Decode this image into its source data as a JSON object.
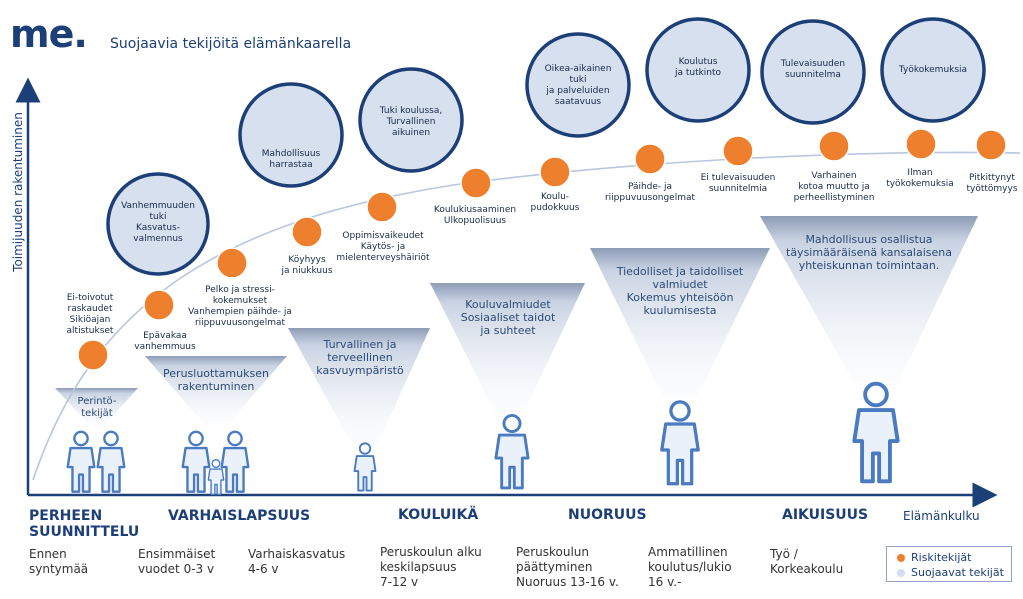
{
  "header": {
    "logo": "me.",
    "subtitle": "Suojaavia tekijöitä elämänkaarella"
  },
  "axes": {
    "y_label": "Toimijuuden rakentuminen",
    "x_label": "Elämänkulku"
  },
  "legend": {
    "risk": "Riskitekijät",
    "protective": "Suojaavat tekijät"
  },
  "colors": {
    "risk": "#ee7f2d",
    "protective": "#d2dff0",
    "dark_blue": "#1c3f78",
    "figure": "#4a7ac0"
  },
  "risk_factors": [
    "Ei-toivotut\nraskaudet\nSikiöajan\naltistukset",
    "Epävakaa\nvanhemmuus",
    "Pelko ja stressi-\nkokemukset\nVanhempien päihde- ja\nriippuvuusongelmat",
    "Köyhyys\nja niukkuus",
    "Oppimisvaikeudet\nKäytös- ja\nmielenterveyshäiriöt",
    "Koulukiusaaminen\nUlkopuolisuus",
    "Koulu-\npudokkuus",
    "Päihde- ja\nriippuvuusongelmat",
    "Ei tulevaisuuden\nsuunnitelmia",
    "Varhainen\nkotoa muutto ja\nperheellistyminen",
    "Ilman\ntyökokemuksia",
    "Pitkittynyt\ntyöttömyys"
  ],
  "protective_bubbles": [
    "Vanhemmuuden\ntuki\nKasvatus-\nvalmennus",
    "Mahdollisuus\nharrastaa",
    "Tuki koulussa,\nTurvallinen\naikuinen",
    "Oikea-aikainen\ntuki\nja palveluiden\nsaatavuus",
    "Koulutus\nja tutkinto",
    "Tulevaisuuden\nsuunnitelma",
    "Työkokemuksia"
  ],
  "protective_cones": [
    "Perintö-\ntekijät",
    "Perusluottamuksen\nrakentuminen",
    "Turvallinen ja\nterveellinen\nkasvuympäristö",
    "Kouluvalmiudet\nSosiaaliset taidot\nja suhteet",
    "Tiedolliset ja taidolliset\nvalmiudet\nKokemus yhteisöön\nkuulumisesta",
    "Mahdollisuus osallistua\ntäysimääräisenä kansalaisena\nyhteiskunnan toimintaan."
  ],
  "stages": [
    "PERHEEN\nSUUNNITTELU",
    "VARHAISLAPSUUS",
    "KOULUIKÄ",
    "NUORUUS",
    "AIKUISUUS"
  ],
  "ages": [
    "Ennen\nsyntymää",
    "Ensimmäiset\nvuodet 0-3 v",
    "Varhaiskasvatus\n4-6 v",
    "Peruskoulun alku\nkeskilapsuus\n7-12 v",
    "Peruskoulun\npäättyminen\nNuoruus 13-16 v.",
    "Ammatillinen\nkoulutus/lukio\n16 v.-",
    "Työ /\nKorkeakoulu"
  ]
}
